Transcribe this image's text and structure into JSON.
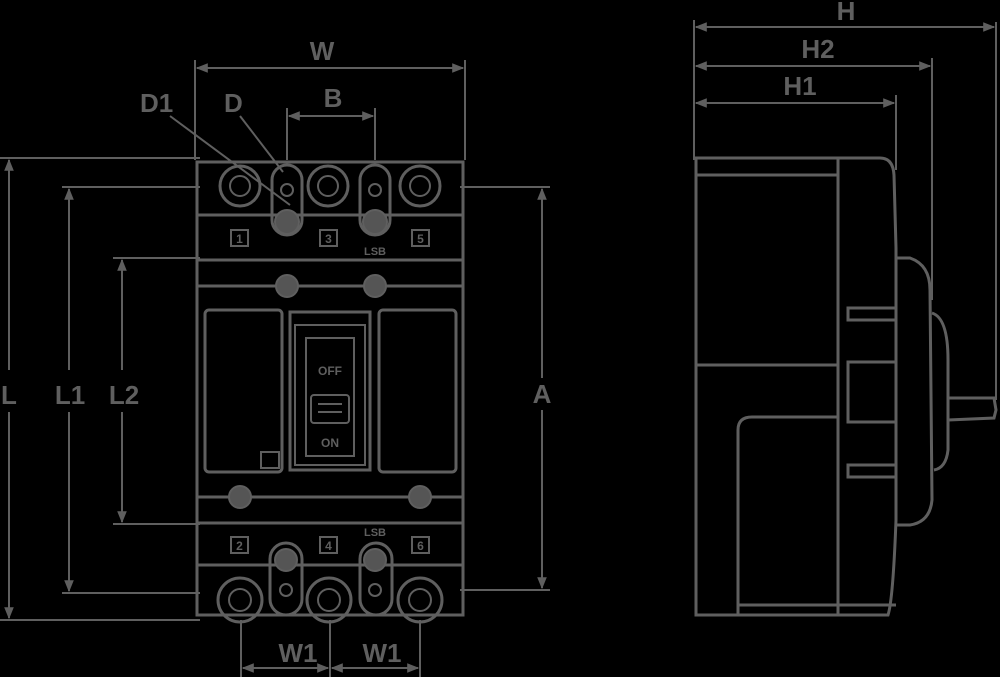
{
  "front_view": {
    "dimension_labels": {
      "width": "W",
      "d1": "D1",
      "d": "D",
      "b": "B",
      "l": "L",
      "l1": "L1",
      "l2": "L2",
      "a": "A",
      "w1_left": "W1",
      "w1_right": "W1"
    },
    "terminals_top": [
      "1",
      "3",
      "5"
    ],
    "terminals_bottom": [
      "2",
      "4",
      "6"
    ],
    "switch_labels": {
      "off": "OFF",
      "on": "ON"
    },
    "line_label_top": "LSB",
    "line_label_bottom": "LSB"
  },
  "side_view": {
    "dimension_labels": {
      "h": "H",
      "h2": "H2",
      "h1": "H1"
    }
  },
  "colors": {
    "background": "#000000",
    "line": "#5f5f5f"
  }
}
